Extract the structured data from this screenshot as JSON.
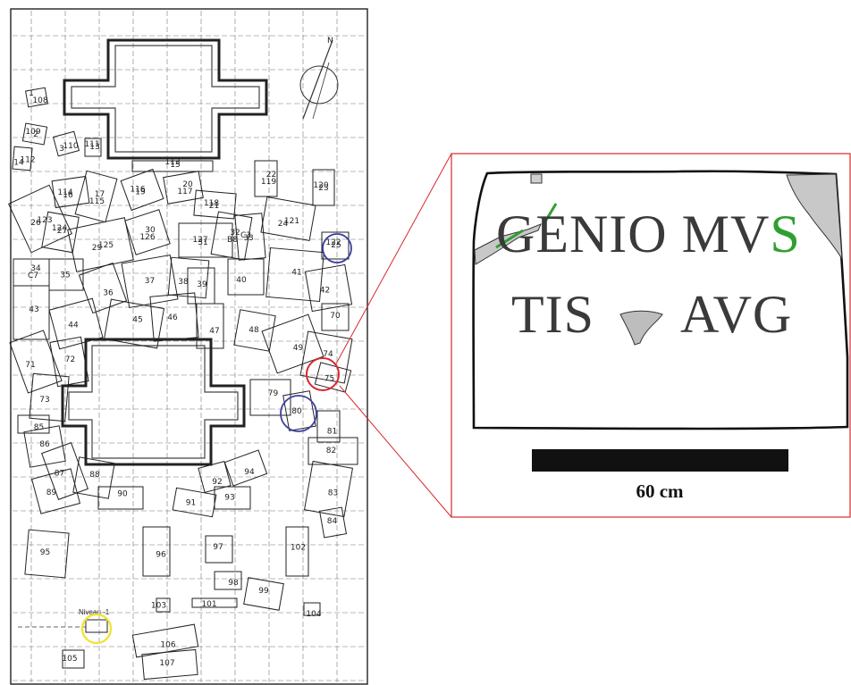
{
  "plan": {
    "level_label": "Niveau -1",
    "north_label": "N",
    "block_labels": [
      "1",
      "2",
      "3",
      "13",
      "14",
      "15",
      "16",
      "17",
      "19",
      "20",
      "21",
      "22",
      "23",
      "24",
      "25",
      "26",
      "27",
      "29",
      "30",
      "31",
      "32",
      "33",
      "34",
      "35",
      "36",
      "37",
      "38",
      "39",
      "40",
      "41",
      "42",
      "43",
      "44",
      "45",
      "46",
      "47",
      "48",
      "49",
      "70",
      "71",
      "72",
      "73",
      "74",
      "75",
      "79",
      "80",
      "81",
      "82",
      "83",
      "84",
      "85",
      "86",
      "87",
      "88",
      "89",
      "90",
      "91",
      "92",
      "93",
      "94",
      "95",
      "96",
      "97",
      "98",
      "99",
      "101",
      "102",
      "103",
      "104",
      "105",
      "106",
      "107",
      "108",
      "109",
      "110",
      "111",
      "112",
      "113",
      "114",
      "115",
      "116",
      "117",
      "118",
      "119",
      "120",
      "121",
      "122",
      "123",
      "124",
      "125",
      "126",
      "127",
      "B8",
      "C3",
      "C7"
    ]
  },
  "inscription": {
    "line1_black": "GENIO MV",
    "line1_green": "S",
    "line2_left": "TIS",
    "line2_right": "AVG"
  },
  "scale": {
    "label": "60 cm"
  },
  "highlight_colors": {
    "yellow": "#f2e33a",
    "blue": "#3c3ea0",
    "red": "#d8282e",
    "green": "#2fa02f"
  }
}
